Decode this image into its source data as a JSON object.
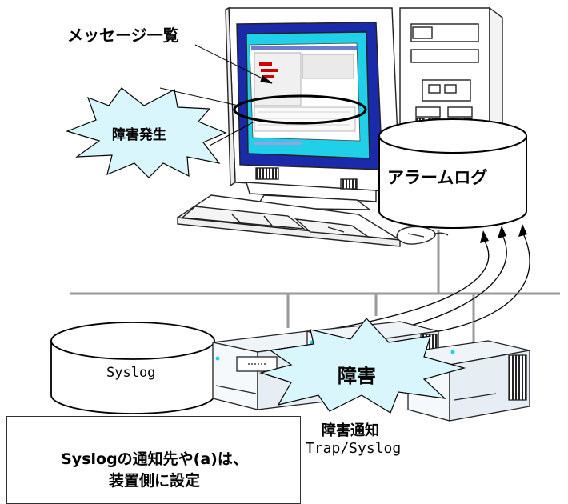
{
  "labels": {
    "message_list": "メッセージ一覧",
    "fault_occurrence": "障害発生",
    "alarm_log": "アラームログ",
    "syslog": "Syslog",
    "fault": "障害",
    "fault_notification": "障害通知",
    "trap_syslog": "Trap/Syslog"
  },
  "note": {
    "line1": "Syslogの通知先や(a)は、",
    "line2": "装置側に設定"
  },
  "colors": {
    "screen_cyan": "#1fd0e8",
    "screen_dark": "#1a2aa8",
    "burst_fill": "#d8f6fb",
    "server_fill": "#eef4f8"
  }
}
